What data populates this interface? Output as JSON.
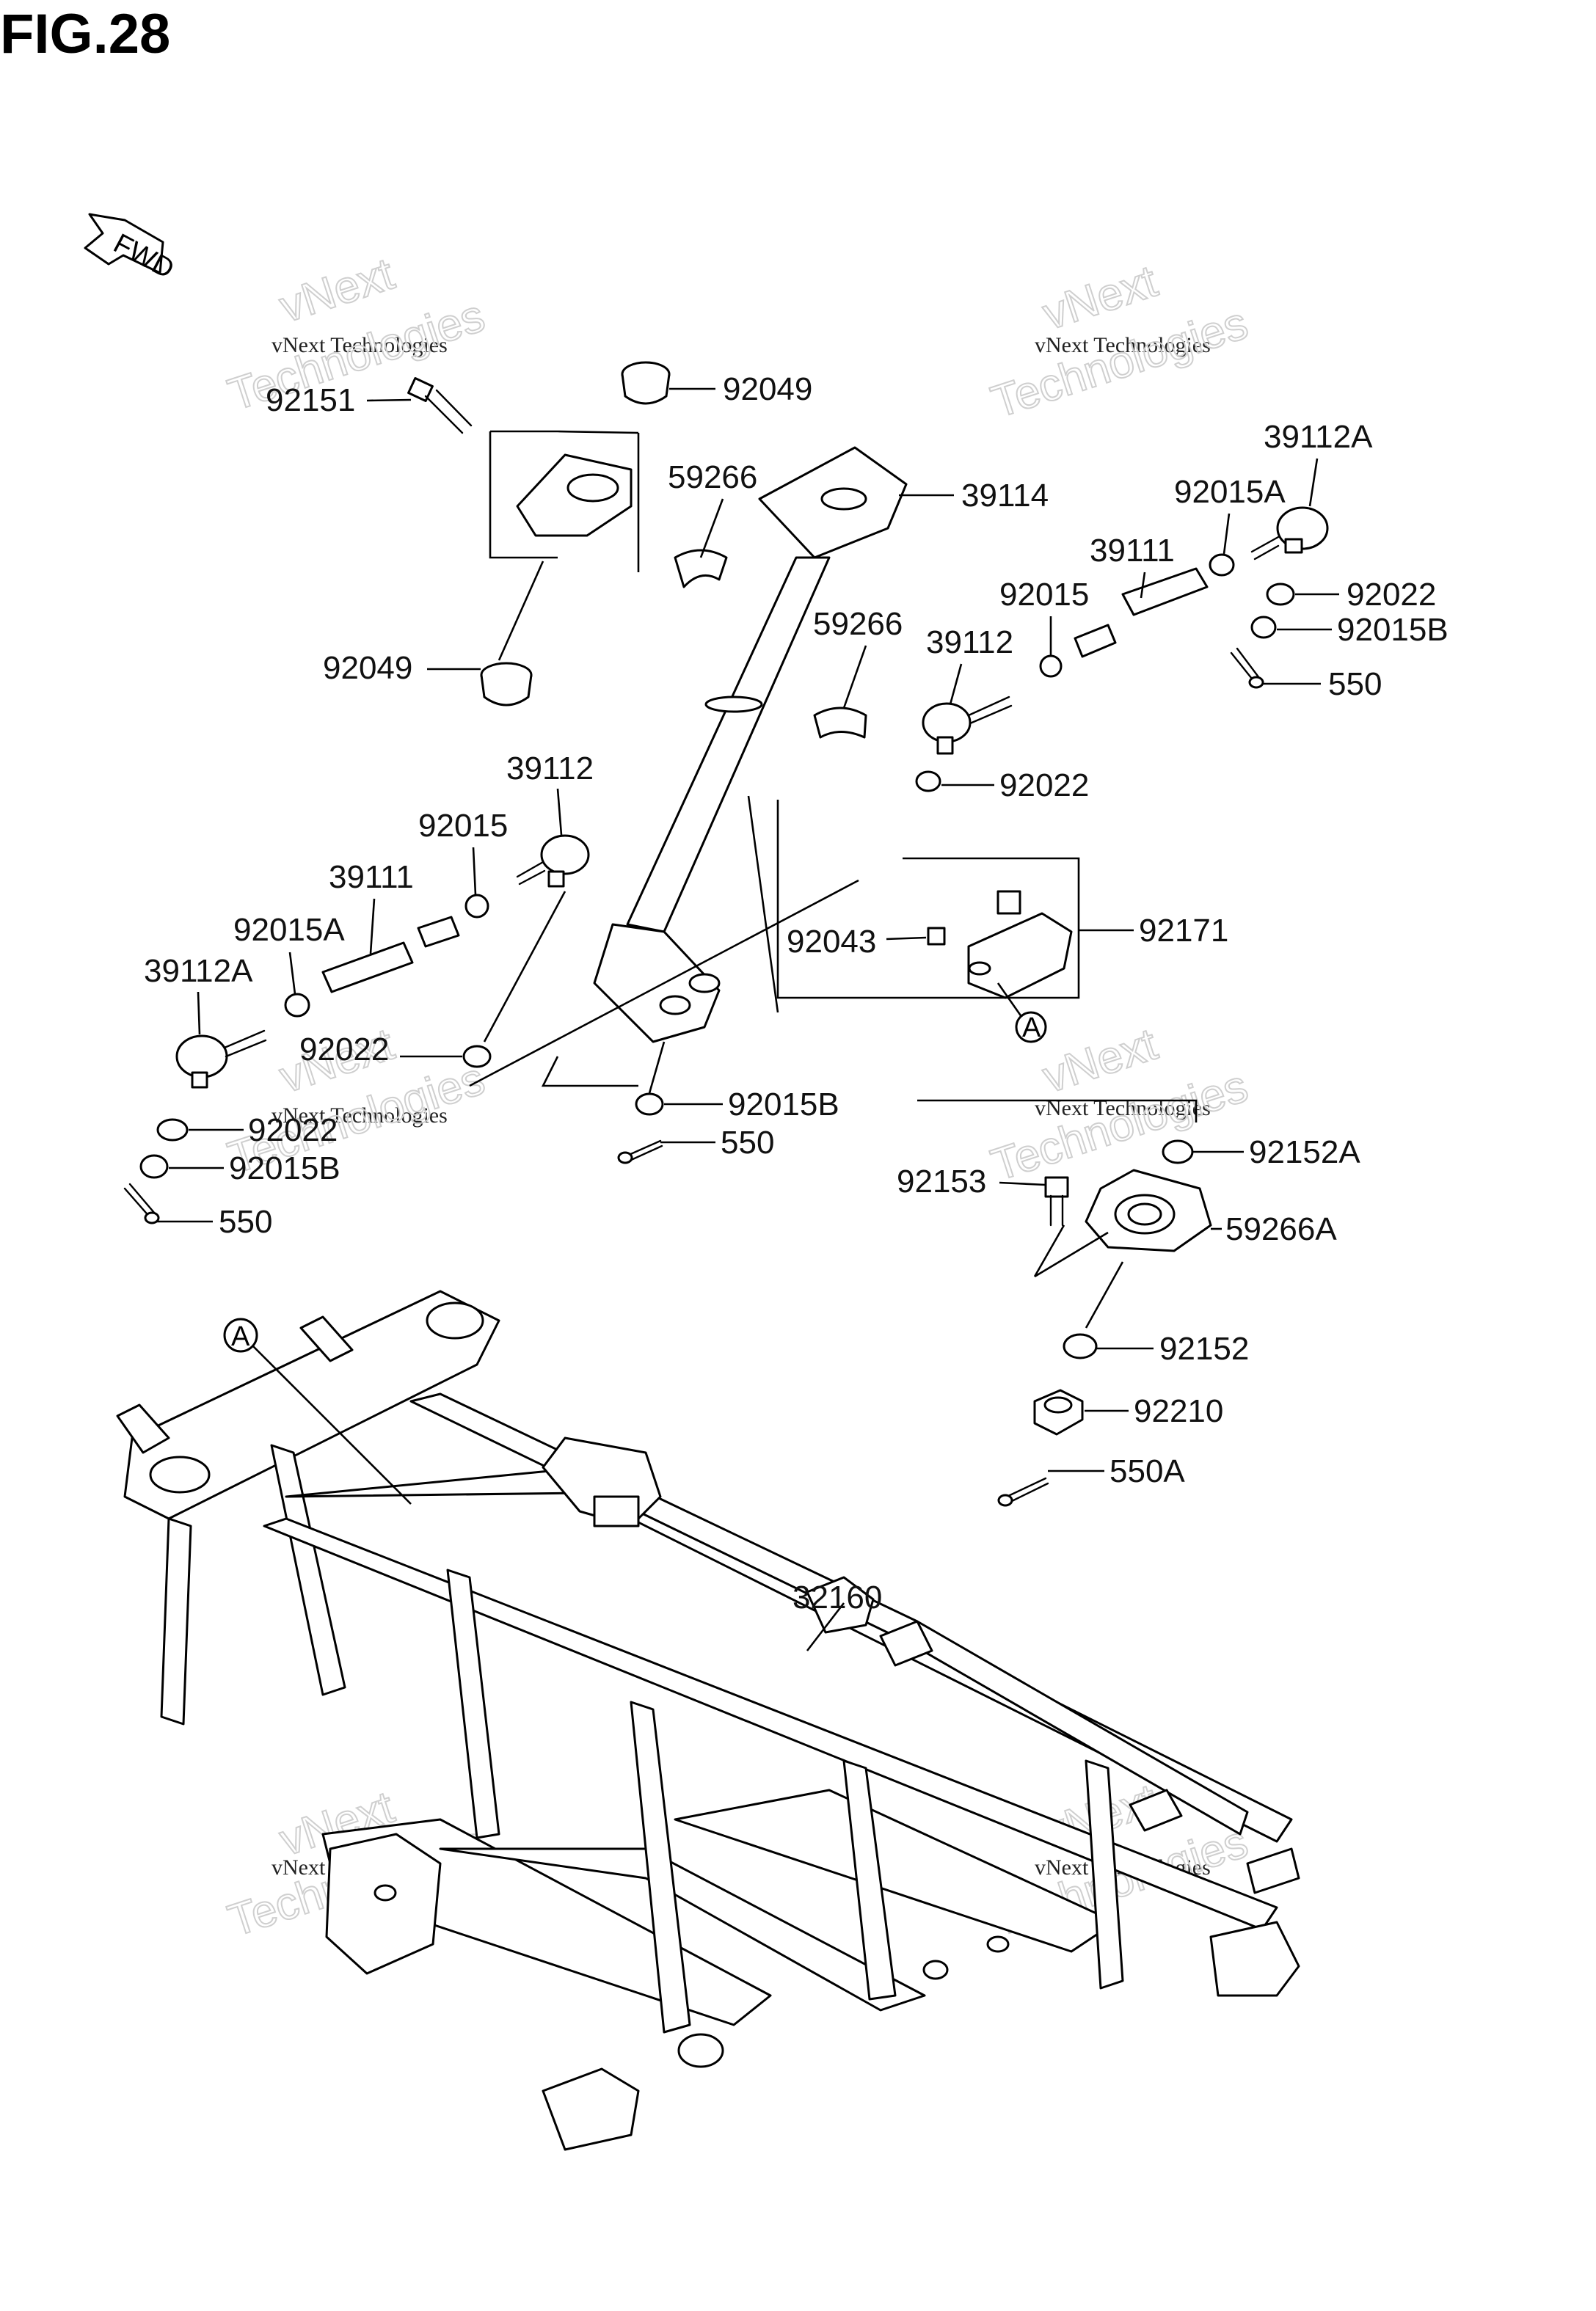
{
  "figure": {
    "title": "FIG.28",
    "fwd": "FWD"
  },
  "watermark": {
    "line1": "vNext Technologies",
    "line2": "vNext",
    "line3": "Technologies"
  },
  "callouts": [
    "A",
    "A"
  ],
  "parts": [
    "92151",
    "92049",
    "59266",
    "39114",
    "92015A",
    "39112A",
    "39111",
    "92022",
    "92015B",
    "92015",
    "59266",
    "39112",
    "550",
    "92049",
    "92022",
    "39112",
    "92015",
    "39111",
    "92015A",
    "92043",
    "92171",
    "39112A",
    "92022",
    "92015B",
    "92022",
    "550",
    "92015B",
    "92152A",
    "550",
    "92153",
    "59266A",
    "92152",
    "92210",
    "550A",
    "32160"
  ]
}
